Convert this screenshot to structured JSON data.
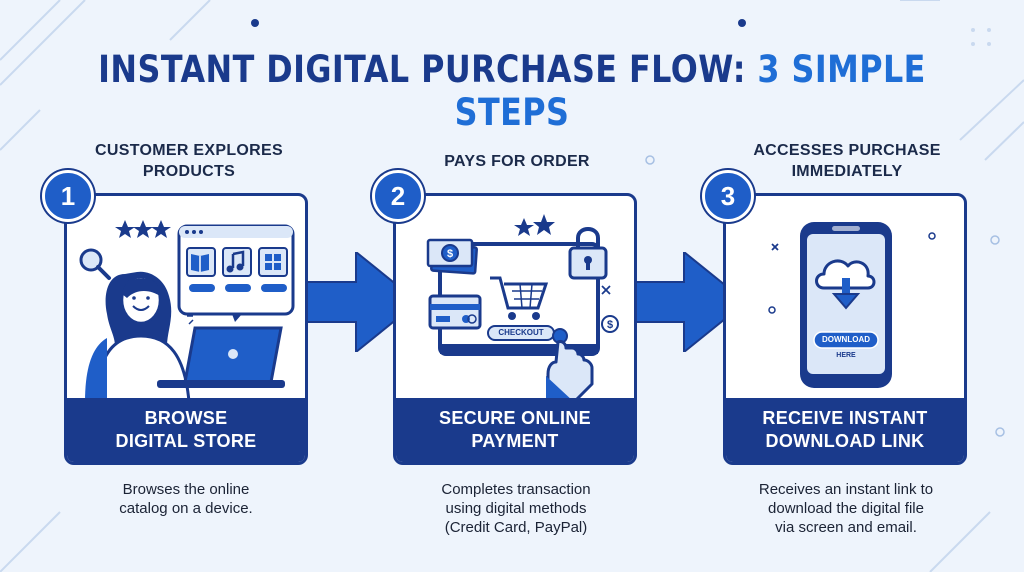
{
  "title": {
    "part1": "INSTANT DIGITAL PURCHASE FLOW:",
    "part2": "3 SIMPLE STEPS"
  },
  "colors": {
    "navy": "#1a3a8c",
    "blue": "#1f6ed6",
    "background": "#eef4fc"
  },
  "steps": [
    {
      "number": "1",
      "heading": "CUSTOMER EXPLORES\nPRODUCTS",
      "card_title": "BROWSE\nDIGITAL STORE",
      "description": "Browses the online\ncatalog on a device.",
      "icons": [
        "search-icon",
        "star-icon",
        "book-icon",
        "music-note-icon",
        "windows-icon",
        "laptop-icon",
        "person-illustration"
      ]
    },
    {
      "number": "2",
      "heading": "PAYS FOR ORDER",
      "card_title": "SECURE ONLINE\nPAYMENT",
      "description": "Completes transaction\nusing digital methods\n(Credit Card, PayPal)",
      "checkout_label": "CHECKOUT",
      "icons": [
        "cash-icon",
        "credit-card-icon",
        "shopping-cart-icon",
        "padlock-icon",
        "star-icon",
        "coin-icon",
        "pointing-hand-icon"
      ]
    },
    {
      "number": "3",
      "heading": "ACCESSES PURCHASE\nIMMEDIATELY",
      "card_title": "RECEIVE INSTANT\nDOWNLOAD LINK",
      "description": "Receives an instant link to\ndownload the digital file\nvia screen and email.",
      "download_label": "DOWNLOAD",
      "download_sub": "HERE",
      "icons": [
        "smartphone-icon",
        "cloud-download-icon"
      ]
    }
  ]
}
